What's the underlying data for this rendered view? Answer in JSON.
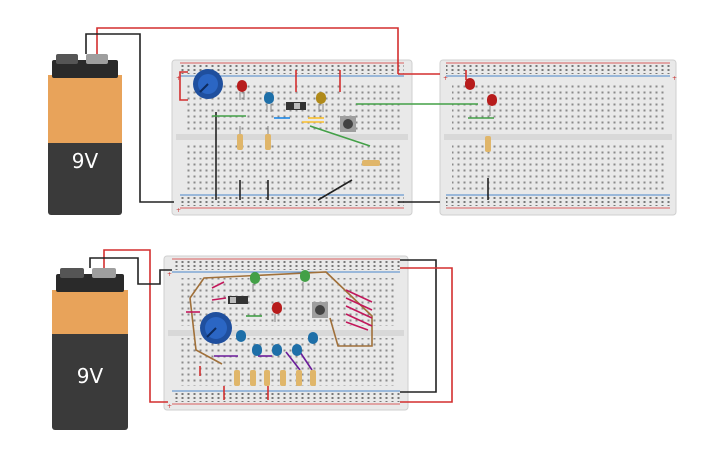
{
  "canvas": {
    "background": "#ffffff"
  },
  "batteries": [
    {
      "label": "9V"
    },
    {
      "label": "9V"
    }
  ],
  "rail_signs": {
    "plus": "+",
    "minus": "-"
  },
  "colors": {
    "wire_red": "#d32f2f",
    "wire_black": "#222222",
    "wire_green": "#43a047",
    "wire_blue": "#1e88e5",
    "wire_yellow": "#fbc02d",
    "wire_magenta": "#c2185b",
    "wire_purple": "#6a1b9a",
    "wire_brown": "#a0703a",
    "battery_body": "#3a3a3a",
    "battery_label": "#e8a35a",
    "breadboard": "#e9e9e9",
    "led_red": "#b71c1c",
    "led_green": "#43a047",
    "led_blue": "#1e6fa8",
    "led_yellow": "#b08a1a",
    "potentiometer": "#1f4f9e"
  },
  "components": {
    "top_circuit": [
      "battery",
      "breadboard",
      "breadboard",
      "potentiometer",
      "led",
      "led",
      "led",
      "led",
      "led",
      "slide-switch",
      "push-button",
      "resistor",
      "resistor",
      "resistor",
      "resistor"
    ],
    "bottom_circuit": [
      "battery",
      "breadboard",
      "potentiometer",
      "led",
      "led",
      "led",
      "led",
      "led",
      "led",
      "led",
      "slide-switch",
      "push-button",
      "resistor",
      "resistor",
      "resistor",
      "resistor",
      "resistor",
      "resistor"
    ]
  }
}
